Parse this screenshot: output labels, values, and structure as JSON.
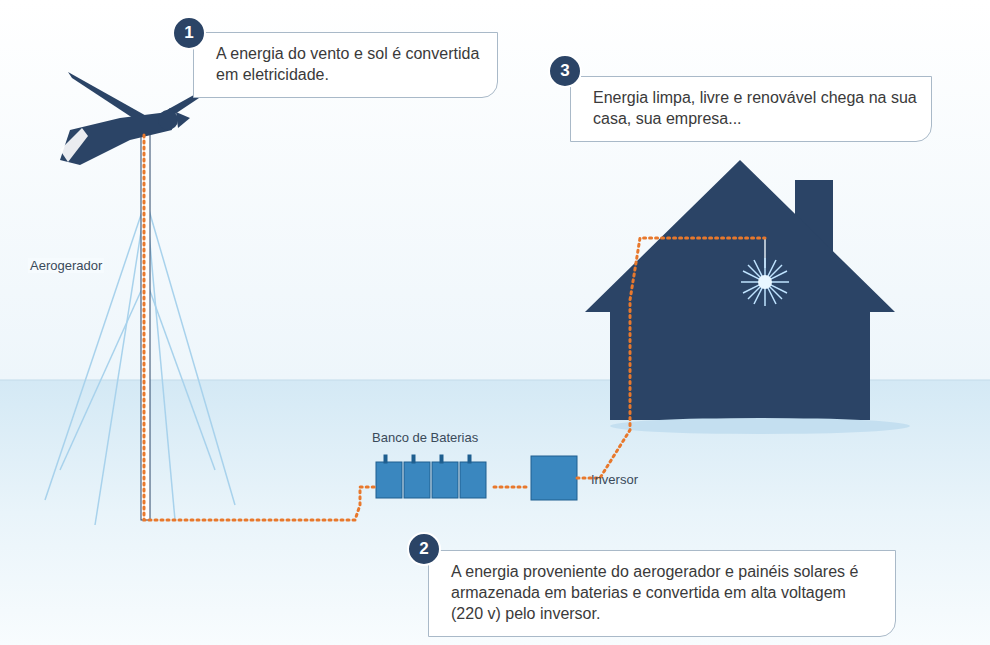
{
  "diagram": {
    "nodes": [
      {
        "text": [
          "A energia do vento e sol é convertida em eletricidade."
        ]
      },
      {
        "text": [
          "Energia limpa, livre e renovável chega na sua casa, sua empresa..."
        ]
      },
      {
        "text": [
          "Banco de Baterias"
        ]
      },
      {
        "text": [
          "Inversor"
        ]
      },
      {
        "text": [
          "A energia proveniente do aerogerador e painéis solares é armazenada em baterias e convertida em alta voltagem (220 v) pelo inversor."
        ]
      }
    ],
    "edges": [
      {
        "from": 2,
        "to": 3,
        "arrow": "none"
      }
    ],
    "labels": [
      "1",
      "Aerogerador",
      "3",
      "2"
    ]
  }
}
